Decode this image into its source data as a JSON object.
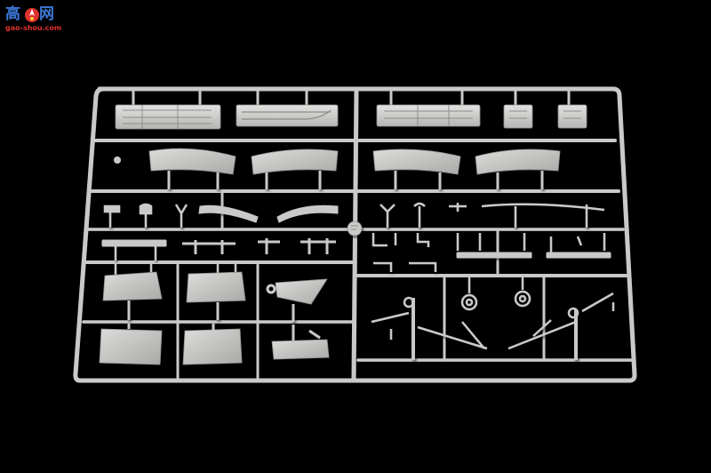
{
  "watermark": {
    "char_1": "高",
    "char_2": "手",
    "char_3": "网",
    "url": "gao-shou.com",
    "emblem_icon": "rocket-emblem-icon"
  },
  "colors": {
    "background": "#000000",
    "plastic": "#c9cac8",
    "plastic_shadow": "#9a9b99",
    "plastic_highlight": "#e6e7e5",
    "logo_blue": "#3c78d8",
    "logo_red": "#e03030"
  }
}
